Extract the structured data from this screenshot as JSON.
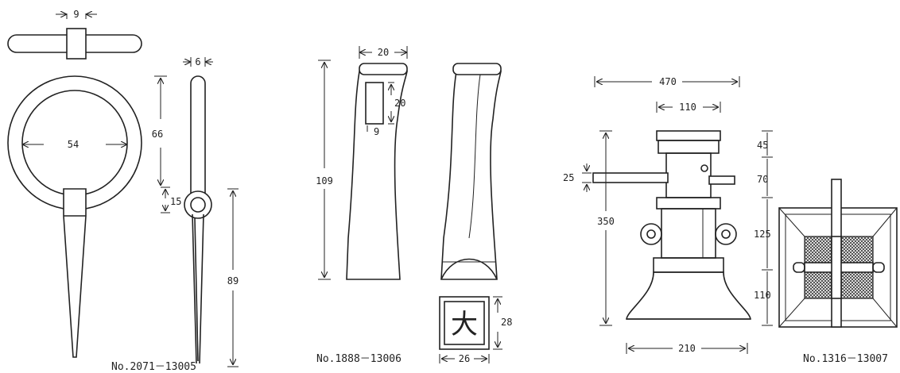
{
  "drawings": [
    {
      "caption": "No.2071－13005",
      "dims": {
        "ring_top_width": "9",
        "ring_diameter": "54",
        "height_upper": "66",
        "side_width": "6",
        "offset": "15",
        "pin_length": "89"
      }
    },
    {
      "caption": "No.1888－13006",
      "dims": {
        "top_width": "20",
        "height": "109",
        "slot_height": "20",
        "slot_width": "9",
        "stamp_width": "26",
        "stamp_height": "28"
      },
      "stamp_char": "大"
    },
    {
      "caption": "No.1316－13007",
      "dims": {
        "overall_width": "470",
        "top_width": "110",
        "bar_thickness": "25",
        "total_height": "350",
        "h1": "45",
        "h2": "70",
        "h3": "125",
        "h4": "110",
        "base_width": "210"
      }
    }
  ]
}
